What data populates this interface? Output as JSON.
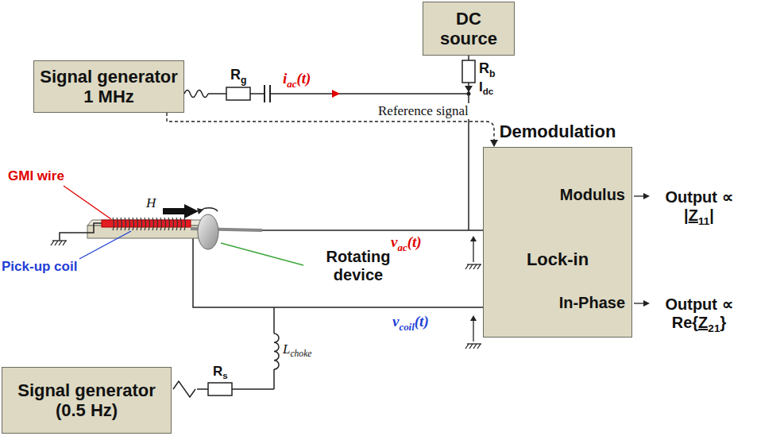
{
  "diagram": {
    "nodes": [
      {
        "text": [
          "DC source"
        ]
      },
      {
        "text": [
          "Signal generator 1 MHz"
        ]
      },
      {
        "text": [
          "Demodulation",
          "Modulus",
          "Lock-in",
          "In-Phase"
        ]
      },
      {
        "text": [
          "Signal generator (0.5 Hz)"
        ]
      }
    ],
    "edges": [
      {
        "from": 1,
        "to": 2,
        "label": "Reference signal",
        "arrow": "to"
      }
    ],
    "labels": [
      "Rb",
      "Idc",
      "Rg",
      "iac(t)",
      "H",
      "GMI wire",
      "Pick-up coil",
      "Rotating device",
      "vac(t)",
      "vcoil(t)",
      "Lchoke",
      "Rs",
      "Output ∝ |Z11|",
      "Output ∝ Re{Z21}"
    ]
  }
}
